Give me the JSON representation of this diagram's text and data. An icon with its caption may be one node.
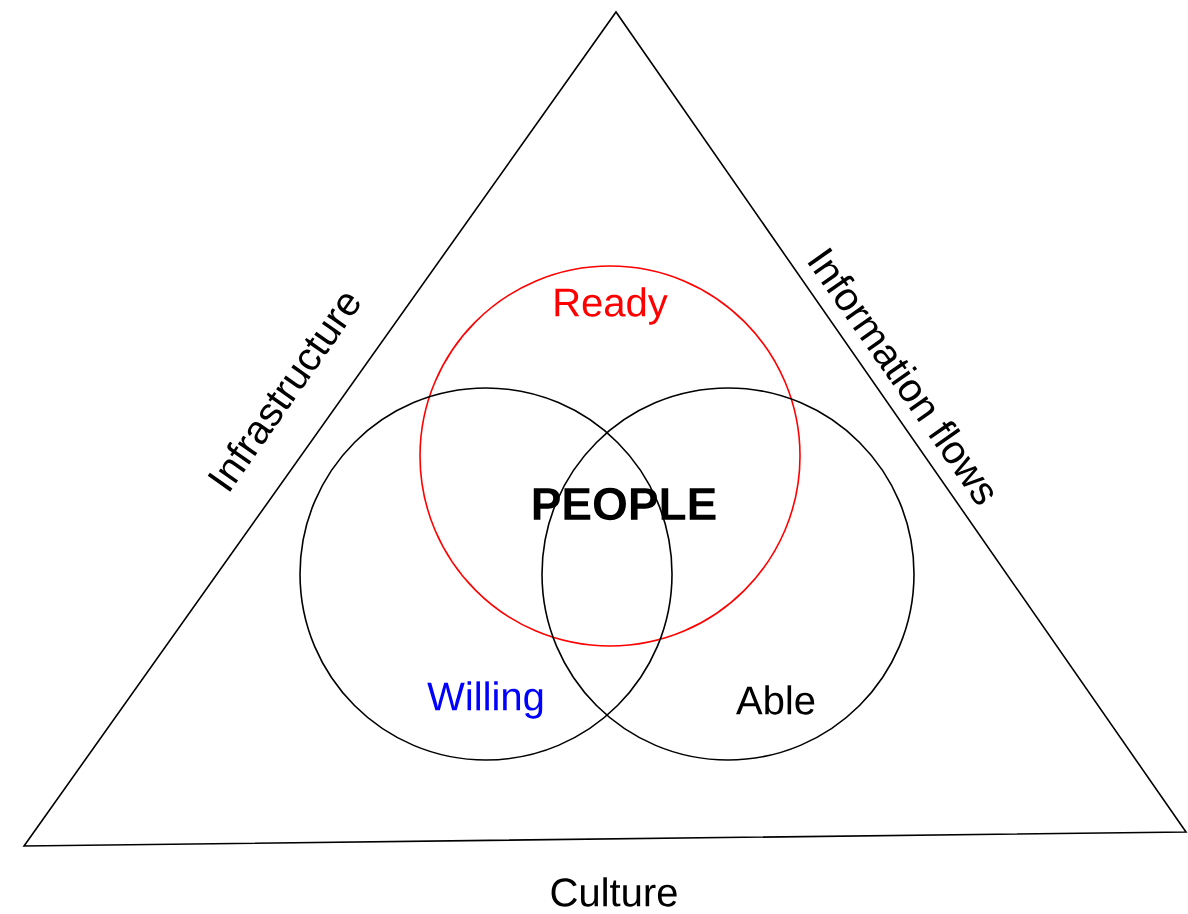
{
  "diagram": {
    "nodes": [
      {
        "text": [
          "Ready"
        ]
      },
      {
        "text": [
          "Willing"
        ]
      },
      {
        "text": [
          "Able"
        ]
      }
    ],
    "labels": [
      "Infrastructure",
      "Information flows",
      "PEOPLE",
      "Culture"
    ]
  }
}
